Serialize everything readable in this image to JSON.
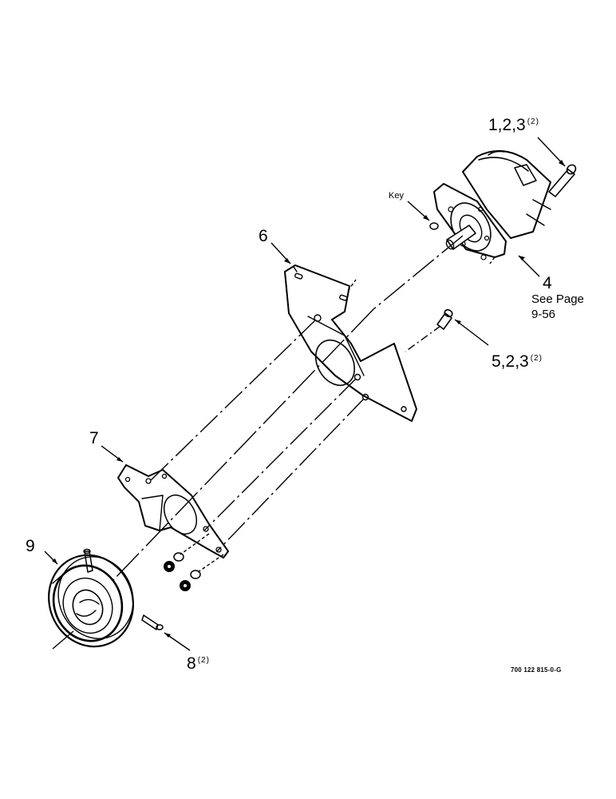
{
  "callouts": {
    "c123": {
      "main": "1,2,3",
      "qty": "(2)"
    },
    "key": "Key",
    "c4": {
      "main": "4",
      "see_line1": "See Page",
      "see_line2": "9-56"
    },
    "c523": {
      "main": "5,2,3",
      "qty": "(2)"
    },
    "c6": "6",
    "c7": "7",
    "c8": {
      "main": "8",
      "qty": "(2)"
    },
    "c9": "9"
  },
  "drawing_code": "700 122 815-0-G"
}
